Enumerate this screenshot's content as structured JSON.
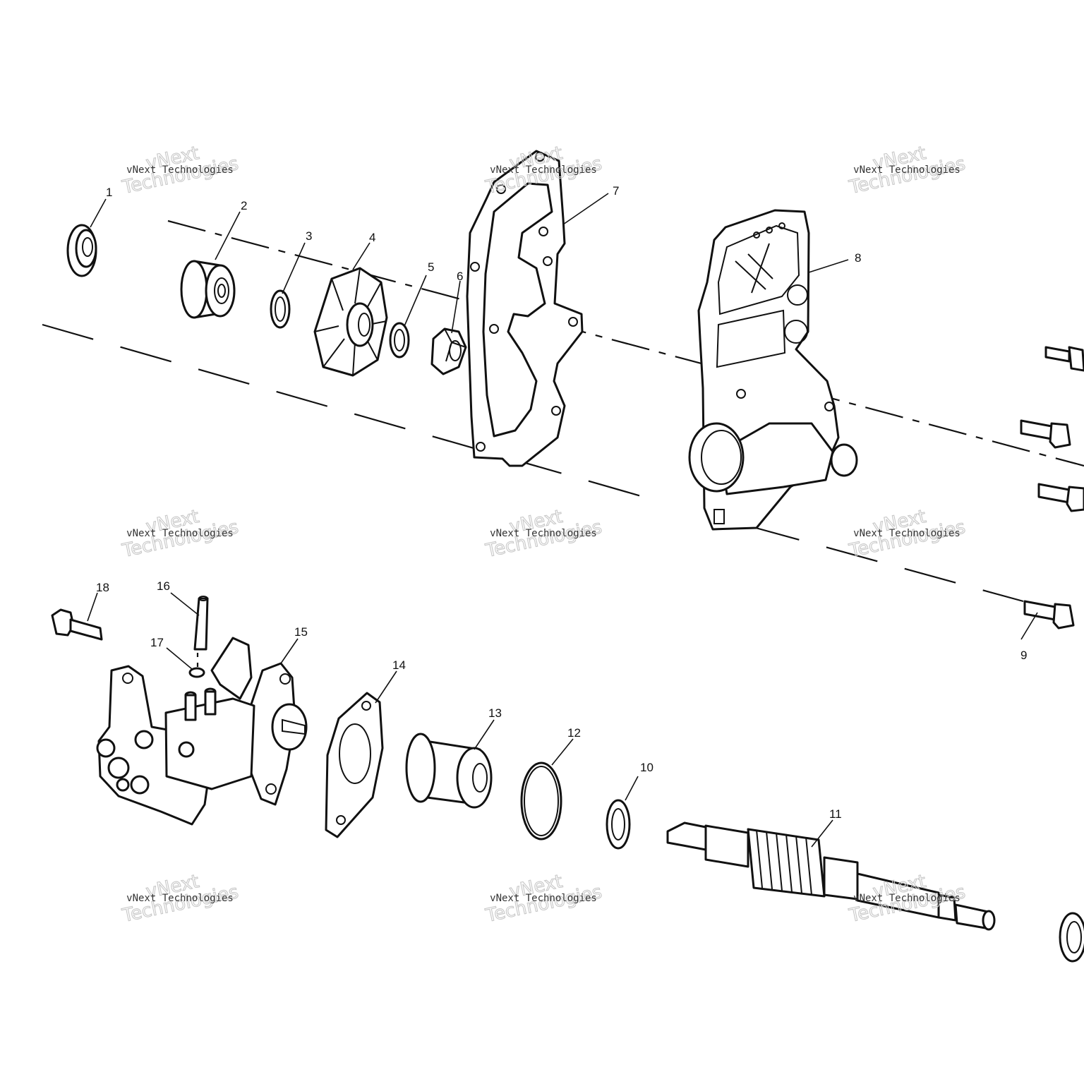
{
  "callouts": [
    "1",
    "2",
    "3",
    "4",
    "5",
    "6",
    "7",
    "8",
    "9",
    "10",
    "11",
    "12",
    "13",
    "14",
    "15",
    "16",
    "17",
    "18"
  ],
  "watermark": {
    "small": "vNext Technologies",
    "large_top": "vNext",
    "large_bottom": "Technologies"
  }
}
